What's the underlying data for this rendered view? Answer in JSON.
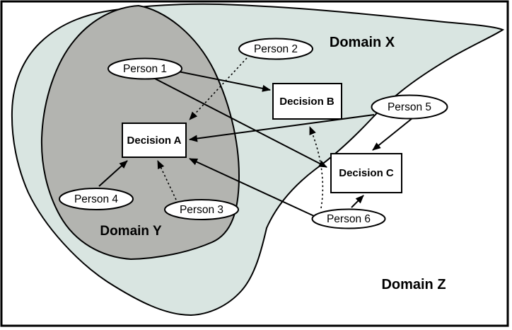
{
  "diagram": {
    "type": "venn-network-diagram",
    "domains": [
      {
        "id": "domain-x",
        "label": "Domain X"
      },
      {
        "id": "domain-y",
        "label": "Domain Y"
      },
      {
        "id": "domain-z",
        "label": "Domain Z"
      }
    ],
    "persons": [
      {
        "id": "person-1",
        "label": "Person 1"
      },
      {
        "id": "person-2",
        "label": "Person 2"
      },
      {
        "id": "person-3",
        "label": "Person 3"
      },
      {
        "id": "person-4",
        "label": "Person 4"
      },
      {
        "id": "person-5",
        "label": "Person 5"
      },
      {
        "id": "person-6",
        "label": "Person 6"
      }
    ],
    "decisions": [
      {
        "id": "decision-a",
        "label": "Decision A"
      },
      {
        "id": "decision-b",
        "label": "Decision B"
      },
      {
        "id": "decision-c",
        "label": "Decision C"
      }
    ],
    "edges": [
      {
        "from": "Person 1",
        "to": "Decision B",
        "style": "solid"
      },
      {
        "from": "Person 1",
        "to": "Decision C",
        "style": "solid"
      },
      {
        "from": "Person 2",
        "to": "Decision A",
        "style": "dotted"
      },
      {
        "from": "Person 3",
        "to": "Decision A",
        "style": "dotted"
      },
      {
        "from": "Person 4",
        "to": "Decision A",
        "style": "solid"
      },
      {
        "from": "Person 5",
        "to": "Decision A",
        "style": "solid"
      },
      {
        "from": "Person 5",
        "to": "Decision C",
        "style": "solid"
      },
      {
        "from": "Person 6",
        "to": "Decision A",
        "style": "solid"
      },
      {
        "from": "Person 6",
        "to": "Decision B",
        "style": "dotted"
      },
      {
        "from": "Person 6",
        "to": "Decision C",
        "style": "solid"
      }
    ],
    "colors": {
      "domain_x_fill": "#d9e5e1",
      "domain_y_fill": "#b3b4b0",
      "node_fill": "#ffffff",
      "stroke": "#000000",
      "background": "#ffffff"
    }
  }
}
